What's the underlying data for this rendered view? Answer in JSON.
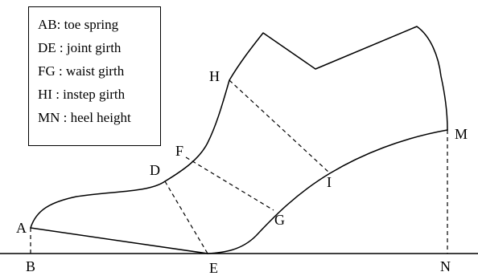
{
  "legend": {
    "items": [
      "AB: toe spring",
      "DE : joint girth",
      "FG : waist girth",
      "HI : instep girth",
      "MN : heel height"
    ]
  },
  "points": {
    "A": "A",
    "B": "B",
    "D": "D",
    "E": "E",
    "F": "F",
    "G": "G",
    "H": "H",
    "I": "I",
    "M": "M",
    "N": "N"
  }
}
